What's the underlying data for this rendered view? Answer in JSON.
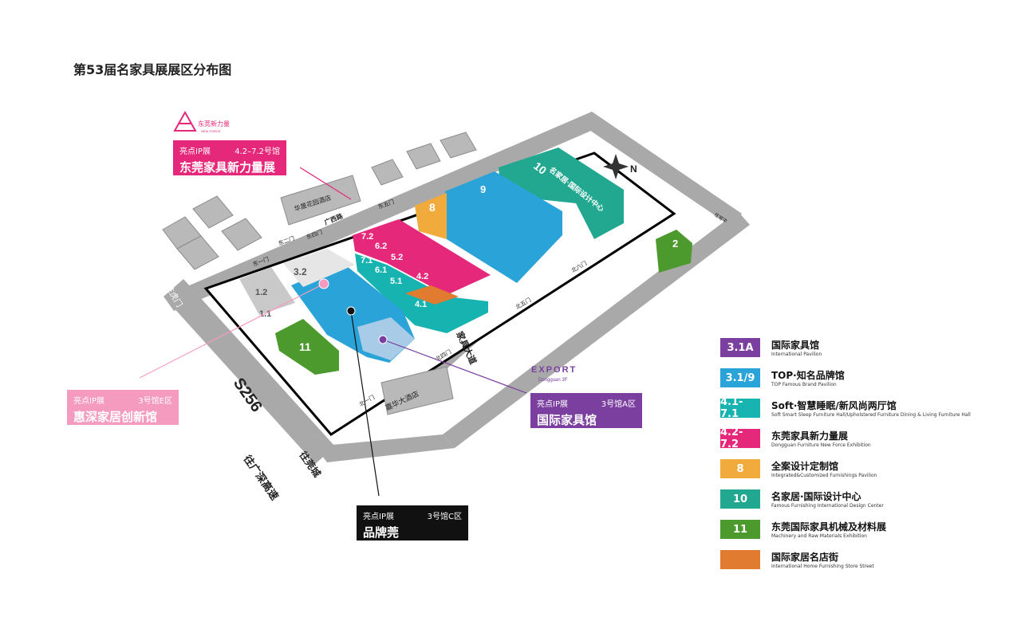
{
  "page_title": "第53届名家具展展区分布图",
  "roads": {
    "s256": "S256",
    "highway_to_guangshen": "往广深高速",
    "to_dongguan": "往莞城",
    "to_humen": "往虎门",
    "jiayi_avenue": "家具大道",
    "guangxi_road": "广西路",
    "to_chang_ping": "往常平",
    "jiahua_hotel": "嘉华大酒店",
    "hotel_label": "华晟花园酒店"
  },
  "gates": {
    "east1": "东一门",
    "east2": "东二门",
    "east4": "东四门",
    "east5": "东五门",
    "north1": "北一门",
    "north4": "北四门",
    "north5": "北五门",
    "north6": "北六门"
  },
  "halls": {
    "h10": "10",
    "h10_sub": "名家居·国际设计中心",
    "h9": "9",
    "h8": "8",
    "h2": "2",
    "h11": "11",
    "h32": "3.2",
    "h12": "1.2",
    "h11b": "1.1",
    "h72": "7.2",
    "h62": "6.2",
    "h52": "5.2",
    "h42": "4.2",
    "h71": "7.1",
    "h61": "6.1",
    "h51": "5.1",
    "h41": "4.1",
    "compass": "N"
  },
  "callouts": {
    "newforce": {
      "logo": "东莞新力量",
      "logo_en": "NEW FORCE",
      "tag": "亮点IP展",
      "hall": "4.2–7.2号馆",
      "name": "东莞家具新力量展",
      "color": "#e6287a"
    },
    "huishen": {
      "tag": "亮点IP展",
      "hall": "3号馆E区",
      "name": "惠深家居创新馆",
      "color": "#f59bbf"
    },
    "export": {
      "logo": "EXPORT",
      "logo_sub": "Dongguan 3F",
      "tag": "亮点IP展",
      "hall": "3号馆A区",
      "name": "国际家具馆",
      "color": "#7b3fa0"
    },
    "pinpai": {
      "tag": "亮点IP展",
      "hall": "3号馆C区",
      "name": "品牌莞",
      "color": "#111111"
    }
  },
  "legend": [
    {
      "badge": "3.1A",
      "zh": "国际家具馆",
      "en": "International Pavilion",
      "color": "#7b3fa0"
    },
    {
      "badge": "3.1/9",
      "zh": "TOP·知名品牌馆",
      "en": "TOP Famous Brand Pavilion",
      "color": "#2aa3d8"
    },
    {
      "badge": "4.1-7.1",
      "zh": "Soft·智慧睡眠/新风尚两厅馆",
      "en": "Soft Smart Sleep Furniture Hall/Upholstered Furniture Dining & Living Furniture Hall",
      "color": "#17b3b0"
    },
    {
      "badge": "4.2-7.2",
      "zh": "东莞家具新力量展",
      "en": "Dongguan Furniture New Force Exhibition",
      "color": "#e6287a"
    },
    {
      "badge": "8",
      "zh": "全案设计定制馆",
      "en": "Integrated&Customized Furnishings Pavilion",
      "color": "#f0ab3c"
    },
    {
      "badge": "10",
      "zh": "名家居·国际设计中心",
      "en": "Famous Furnishing International Design Center",
      "color": "#22a890"
    },
    {
      "badge": "11",
      "zh": "东莞国际家具机械及材料展",
      "en": "Machinery and Raw Materials Exhibition",
      "color": "#4c9a2e"
    },
    {
      "badge": "",
      "zh": "国际家居名店街",
      "en": "International Home Furnishing Store Street",
      "color": "#e07b2f"
    }
  ]
}
